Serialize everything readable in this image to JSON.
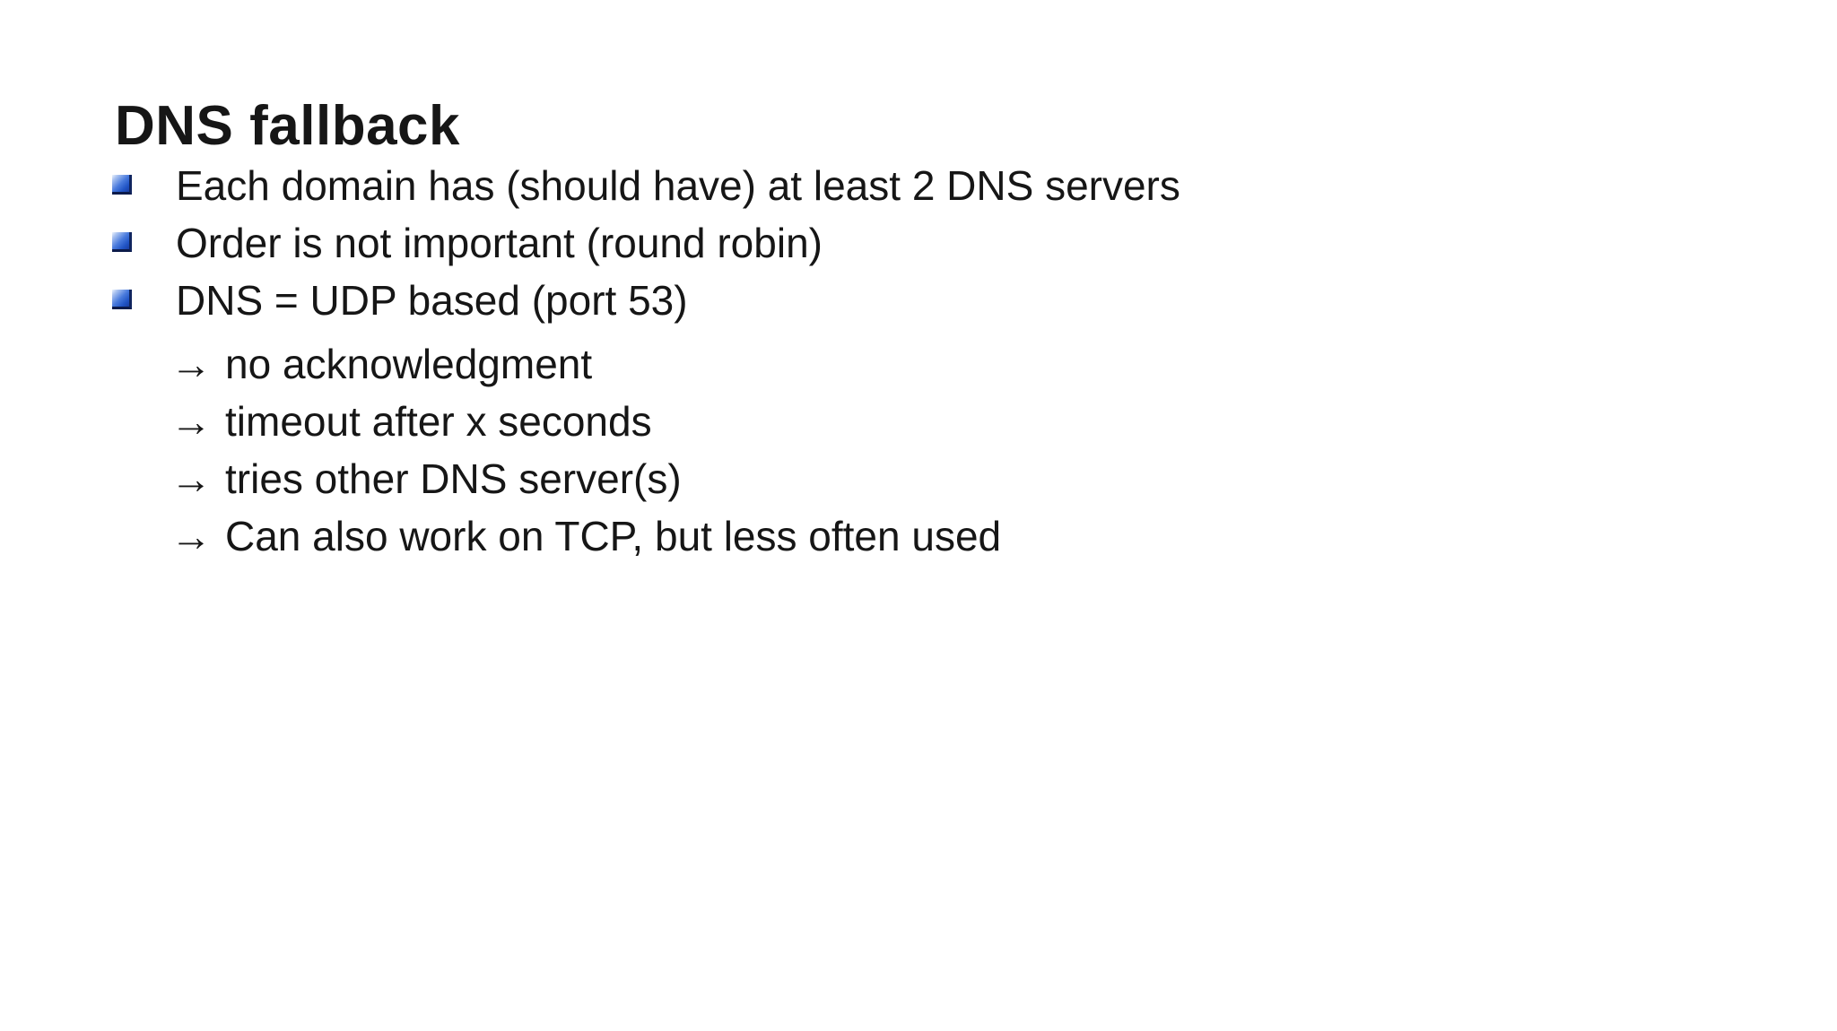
{
  "slide": {
    "title": "DNS fallback",
    "bullets": [
      {
        "label": "Each domain has (should have) at least 2 DNS servers"
      },
      {
        "label": "Order is not important (round robin)"
      },
      {
        "label": "DNS = UDP based (port 53)"
      }
    ],
    "sub_bullets": {
      "arrow": "→",
      "items": [
        "no acknowledgment",
        "timeout after x seconds",
        "tries other DNS server(s)",
        "Can also work on TCP, but less often used"
      ]
    },
    "colors": {
      "background": "#ffffff",
      "text": "#161616",
      "bullet_blue": "#2053c4",
      "bullet_edge_dark": "#10255f"
    }
  }
}
